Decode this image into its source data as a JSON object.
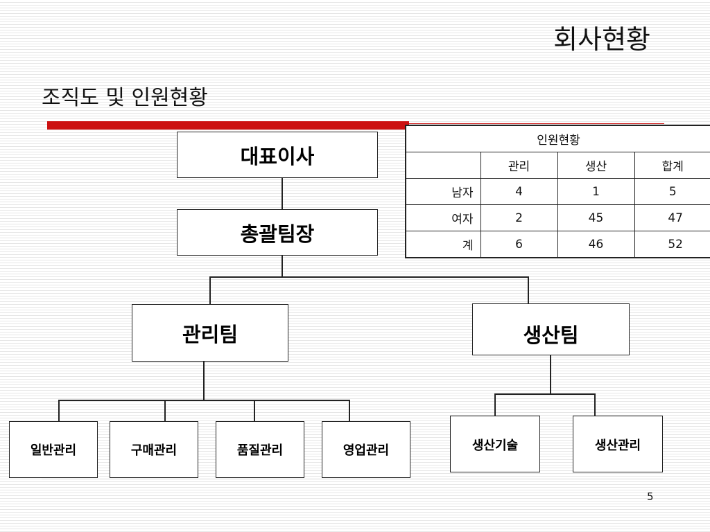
{
  "title": "회사현황",
  "subtitle": "조직도 및 인원현황",
  "org_chart": {
    "ceo": "대표이사",
    "general_leader": "총괄팀장",
    "admin_team": "관리팀",
    "production_team": "생산팀",
    "admin_units": [
      "일반관리",
      "구매관리",
      "품질관리",
      "영업관리"
    ],
    "production_units": [
      "생산기술",
      "생산관리"
    ]
  },
  "staff_table": {
    "caption": "인원현황",
    "columns": [
      "",
      "관리",
      "생산",
      "합계"
    ],
    "rows": [
      {
        "label": "남자",
        "values": [
          "4",
          "1",
          "5"
        ]
      },
      {
        "label": "여자",
        "values": [
          "2",
          "45",
          "47"
        ]
      },
      {
        "label": "계",
        "values": [
          "6",
          "46",
          "52"
        ]
      }
    ]
  },
  "colors": {
    "accent_bar": "#cc1111",
    "box_border": "#222222"
  },
  "page_number": "5"
}
